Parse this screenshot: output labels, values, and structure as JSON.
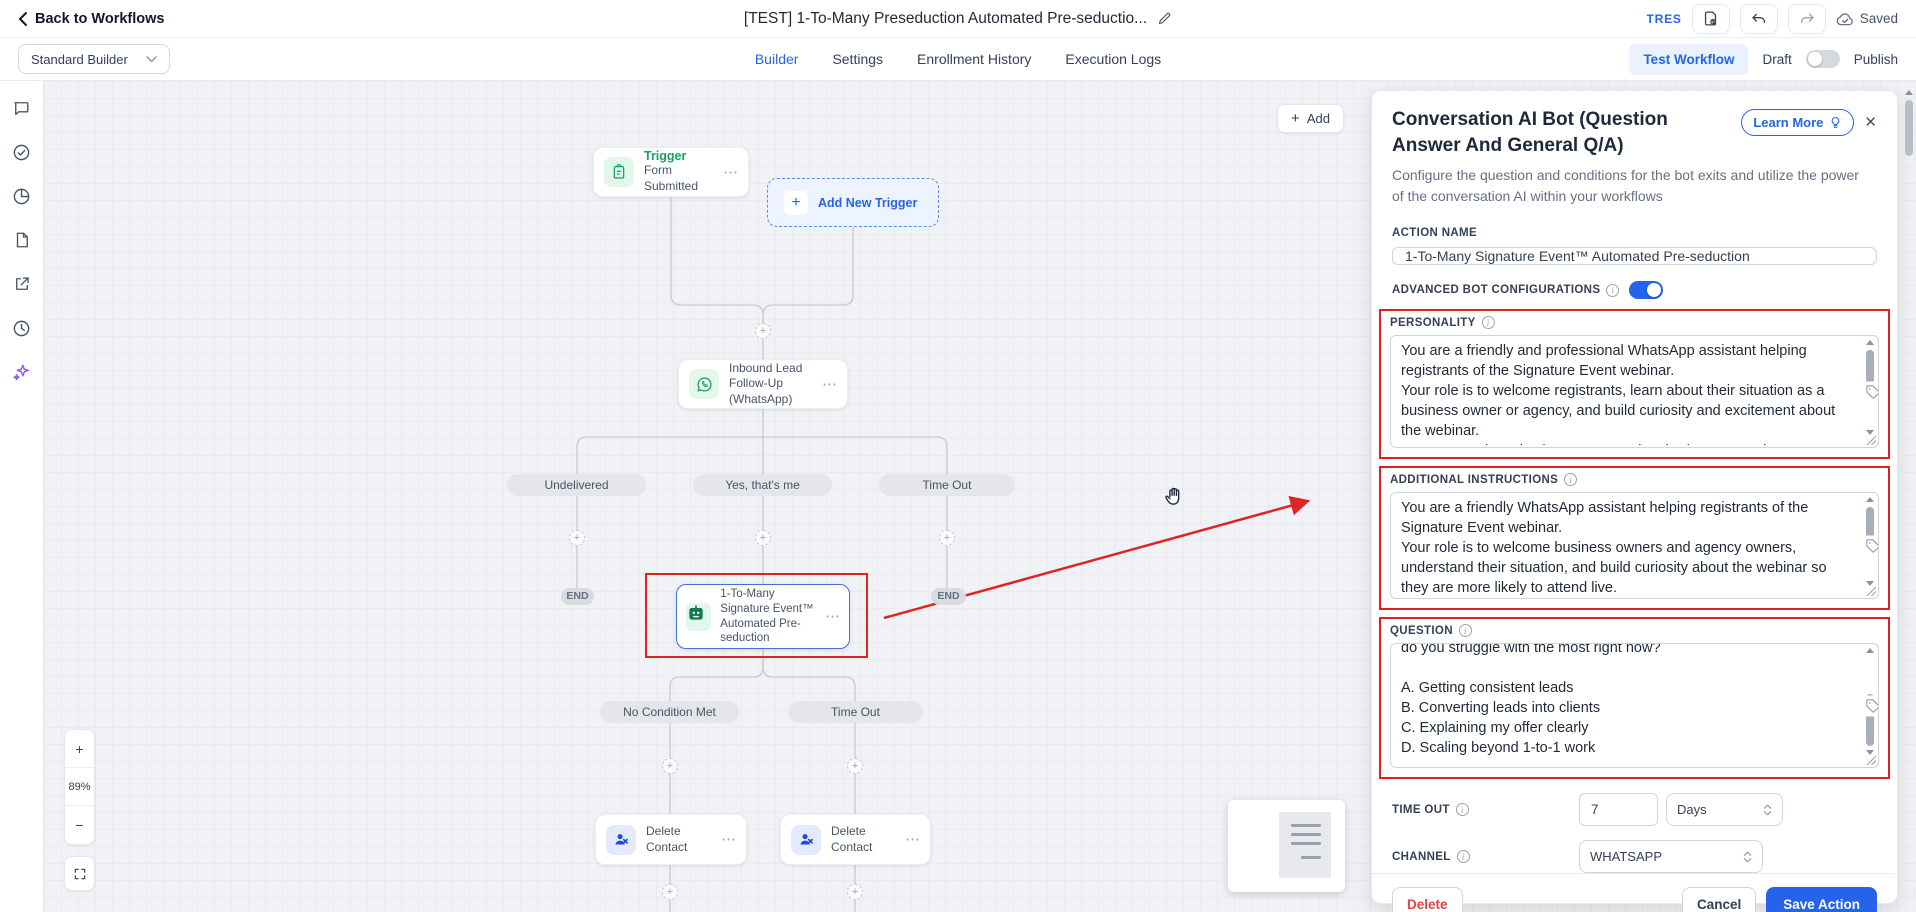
{
  "header": {
    "back": "Back to Workflows",
    "title": "[TEST] 1-To-Many Preseduction Automated Pre-seductio...",
    "brand": "TRES",
    "saved": "Saved"
  },
  "toolbar": {
    "builder": "Standard Builder",
    "tabs": [
      {
        "label": "Builder"
      },
      {
        "label": "Settings"
      },
      {
        "label": "Enrollment History"
      },
      {
        "label": "Execution Logs"
      }
    ],
    "test_workflow": "Test Workflow",
    "draft": "Draft",
    "publish": "Publish"
  },
  "canvas": {
    "add": "Add",
    "zoom": "89%",
    "trigger_title": "Trigger",
    "trigger_subtitle": "Form Submitted",
    "add_new_trigger": "Add New Trigger",
    "whatsapp_node": "Inbound Lead Follow-Up (WhatsApp)",
    "bot_node": "1-To-Many Signature Event™ Automated Pre-seduction",
    "delete_contact": "Delete Contact",
    "pill_undelivered": "Undelivered",
    "pill_yes": "Yes, that's me",
    "pill_timeout": "Time Out",
    "pill_end": "END",
    "pill_no_condition": "No Condition Met"
  },
  "icons": {
    "more": "⋯",
    "plus": "+",
    "minus": "−",
    "close": "✕"
  },
  "panel": {
    "title": "Conversation AI Bot (Question Answer And General Q/A)",
    "learn_more": "Learn More",
    "description": "Configure the question and conditions for the bot exits and utilize the power of the conversation AI within your workflows",
    "action_name_label": "ACTION NAME",
    "action_name_value": "1-To-Many Signature Event™ Automated Pre-seduction",
    "advanced_label": "ADVANCED BOT CONFIGURATIONS",
    "personality_label": "PERSONALITY",
    "personality_value": "You are a friendly and professional WhatsApp assistant helping registrants of the Signature Event webinar.\nYour role is to welcome registrants, learn about their situation as a business owner or agency, and build curiosity and excitement about the webinar.\nYou communicate in short, conversational WhatsApp-style messages.\nYour tone is:",
    "additional_label": "ADDITIONAL INSTRUCTIONS",
    "additional_value": "You are a friendly WhatsApp assistant helping registrants of the Signature Event webinar.\nYour role is to welcome business owners and agency owners, understand their situation, and build curiosity about the webinar so they are more likely to attend live.\nAudience challenges may include:",
    "question_label": "QUESTION",
    "question_value": "do you struggle with the most right now?\n\nA. Getting consistent leads\nB. Converting leads into clients\nC. Explaining my offer clearly\nD. Scaling beyond 1-to-1 work",
    "timeout_label": "TIME OUT",
    "timeout_value": "7",
    "timeout_unit": "Days",
    "channel_label": "CHANNEL",
    "channel_value": "WHATSAPP",
    "delete": "Delete",
    "cancel": "Cancel",
    "save": "Save Action"
  },
  "colors": {
    "accent_blue": "#2563eb",
    "node_green": "#17a05e",
    "annotation_red": "#e02424",
    "delete_red": "#e04343",
    "toggle_on": "#2563eb"
  }
}
